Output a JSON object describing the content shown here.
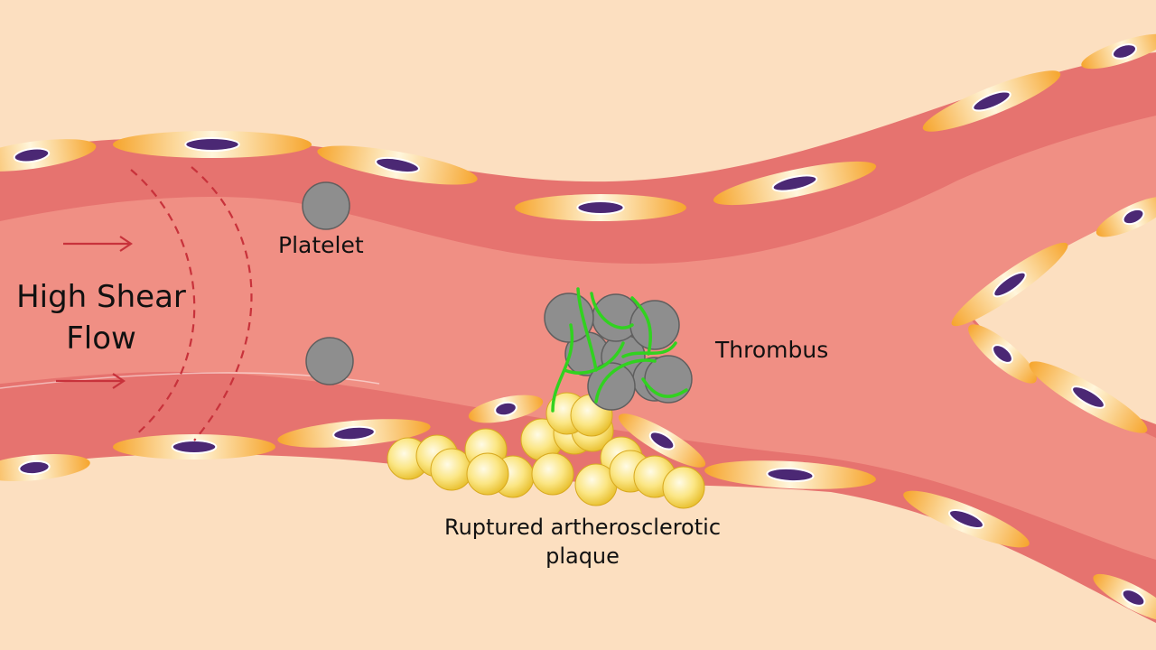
{
  "labels": {
    "flow_line1": "High Shear",
    "flow_line2": "Flow",
    "platelet": "Platelet",
    "thrombus": "Thrombus",
    "plaque_line1": "Ruptured artherosclerotic",
    "plaque_line2": "plaque"
  },
  "colors": {
    "background": "#fcdfc0",
    "lumen": "#f08f84",
    "vessel_wall": "#e6736f",
    "endothelial_cell": "#f6b13a",
    "nucleus": "#4b2874",
    "platelet": "#8e8e8e",
    "fibrin": "#31d220",
    "lipid": "#f7e06a",
    "flow_marker": "#c8323b"
  }
}
